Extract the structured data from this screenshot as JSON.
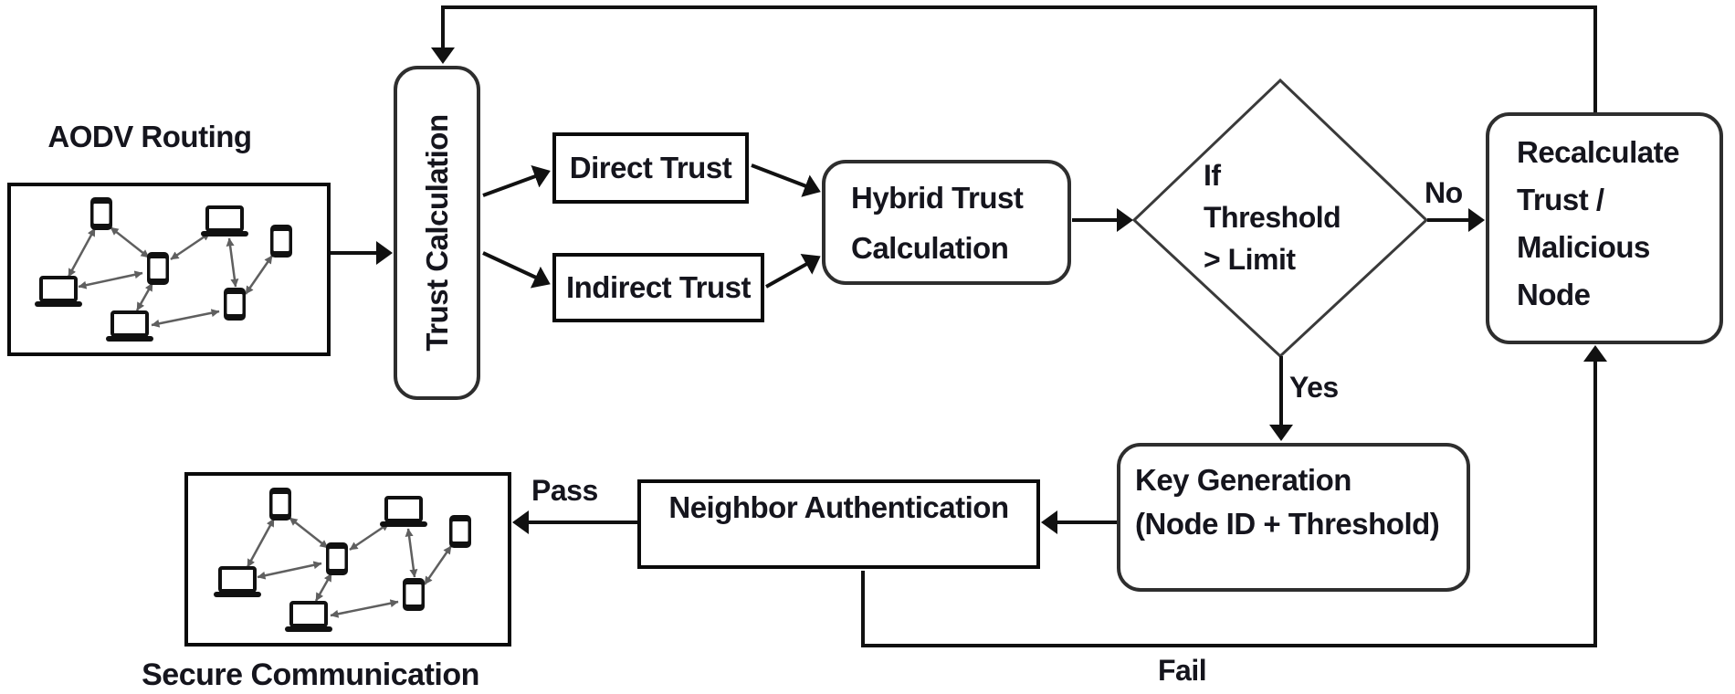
{
  "nodes": {
    "aodv": {
      "label": "AODV Routing"
    },
    "trust_calculation": {
      "label": "Trust Calculation"
    },
    "direct_trust": {
      "label": "Direct Trust"
    },
    "indirect_trust": {
      "label": "Indirect Trust"
    },
    "hybrid_trust": {
      "line1": "Hybrid Trust",
      "line2": "Calculation"
    },
    "decision": {
      "line1": "If",
      "line2": "Threshold",
      "line3": "> Limit"
    },
    "recalculate": {
      "line1": "Recalculate",
      "line2": "Trust /",
      "line3": "Malicious",
      "line4": "Node"
    },
    "key_generation": {
      "line1": "Key Generation",
      "line2": "(Node ID + Threshold)"
    },
    "neighbor_authentication": {
      "label": "Neighbor Authentication"
    },
    "secure_communication": {
      "label": "Secure Communication"
    }
  },
  "edge_labels": {
    "no": "No",
    "yes": "Yes",
    "pass": "Pass",
    "fail": "Fail"
  },
  "icons": {
    "phone": "phone-icon",
    "laptop": "laptop-icon"
  },
  "colors": {
    "background": "#ffffff",
    "text": "#15151d",
    "flow_line": "#111111",
    "rect_border": "#0a0a0a",
    "rounded_border": "#2e2e2e",
    "diamond_border": "#3a3a3a",
    "network_link": "#5f5f5f"
  }
}
